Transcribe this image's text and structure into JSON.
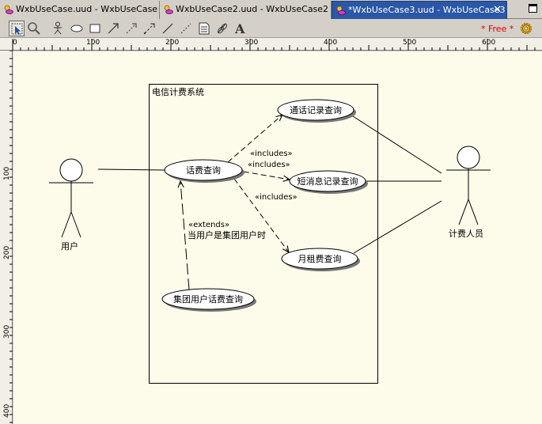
{
  "tabs": [
    {
      "label": "WxbUseCase.uud - WxbUseCase",
      "active": false
    },
    {
      "label": "WxbUseCase2.uud - WxbUseCase2",
      "active": false
    },
    {
      "label": "*WxbUseCase3.uud - WxbUseCase3",
      "active": true
    }
  ],
  "toolbar": {
    "tools": [
      "select-icon",
      "zoom-icon",
      "actor-icon",
      "usecase-icon",
      "system-boundary-icon",
      "association-icon",
      "include-icon",
      "extend-icon",
      "generalization-icon",
      "dependency-icon",
      "note-icon",
      "note-link-icon",
      "text-icon"
    ],
    "free_label": "* Free *"
  },
  "ruler": {
    "h_ticks": [
      "0",
      "100",
      "200",
      "300",
      "400",
      "500",
      "600"
    ],
    "v_ticks": [
      "100",
      "200",
      "300",
      "400"
    ]
  },
  "diagram": {
    "system": {
      "title": "电信计费系统"
    },
    "actors": [
      {
        "id": "user",
        "label": "用户"
      },
      {
        "id": "staff",
        "label": "计费人员"
      }
    ],
    "usecases": [
      {
        "id": "uc1",
        "label": "通话记录查询"
      },
      {
        "id": "uc2",
        "label": "话费查询"
      },
      {
        "id": "uc3",
        "label": "短消息记录查询"
      },
      {
        "id": "uc4",
        "label": "月租费查询"
      },
      {
        "id": "uc5",
        "label": "集团用户话费查询"
      }
    ],
    "relations": {
      "include1": "«includes»",
      "include2": "«includes»",
      "include3": "«includes»",
      "extend": "«extends»",
      "extend_condition": "当用户是集团用户时"
    }
  }
}
